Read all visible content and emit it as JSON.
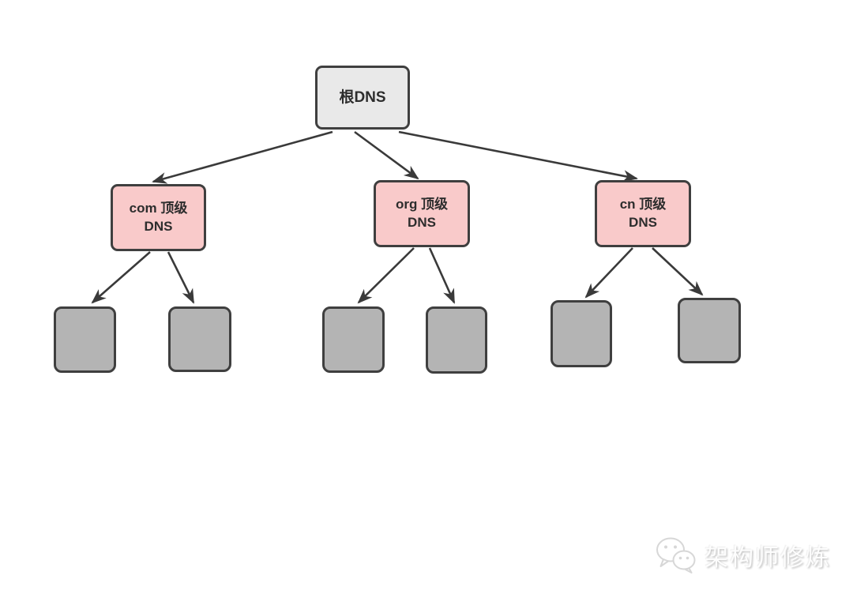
{
  "diagram": {
    "type": "tree",
    "description": "DNS hierarchy: root DNS pointing to top-level domain DNS servers, each pointing to two unlabeled child servers",
    "nodes": [
      {
        "id": "root",
        "label": "根DNS",
        "level": 0,
        "fill": "#e9e9e9"
      },
      {
        "id": "com",
        "label": "com 顶级 DNS",
        "level": 1,
        "fill": "#f9caca"
      },
      {
        "id": "org",
        "label": "org 顶级 DNS",
        "level": 1,
        "fill": "#f9caca"
      },
      {
        "id": "cn",
        "label": "cn 顶级 DNS",
        "level": 1,
        "fill": "#f9caca"
      },
      {
        "id": "leaf-1",
        "label": "",
        "level": 2,
        "fill": "#b4b4b4"
      },
      {
        "id": "leaf-2",
        "label": "",
        "level": 2,
        "fill": "#b4b4b4"
      },
      {
        "id": "leaf-3",
        "label": "",
        "level": 2,
        "fill": "#b4b4b4"
      },
      {
        "id": "leaf-4",
        "label": "",
        "level": 2,
        "fill": "#b4b4b4"
      },
      {
        "id": "leaf-5",
        "label": "",
        "level": 2,
        "fill": "#b4b4b4"
      },
      {
        "id": "leaf-6",
        "label": "",
        "level": 2,
        "fill": "#b4b4b4"
      }
    ],
    "edges": [
      [
        "root",
        "com"
      ],
      [
        "root",
        "org"
      ],
      [
        "root",
        "cn"
      ],
      [
        "com",
        "leaf-1"
      ],
      [
        "com",
        "leaf-2"
      ],
      [
        "org",
        "leaf-3"
      ],
      [
        "org",
        "leaf-4"
      ],
      [
        "cn",
        "leaf-5"
      ],
      [
        "cn",
        "leaf-6"
      ]
    ]
  },
  "colors": {
    "node_border": "#3f3f3f",
    "arrow": "#3a3a3a",
    "root_fill": "#e9e9e9",
    "tld_fill": "#f9caca",
    "leaf_fill": "#b4b4b4",
    "background": "#ffffff"
  },
  "watermark": {
    "text": "架构师修炼",
    "icon": "wechat-icon"
  }
}
